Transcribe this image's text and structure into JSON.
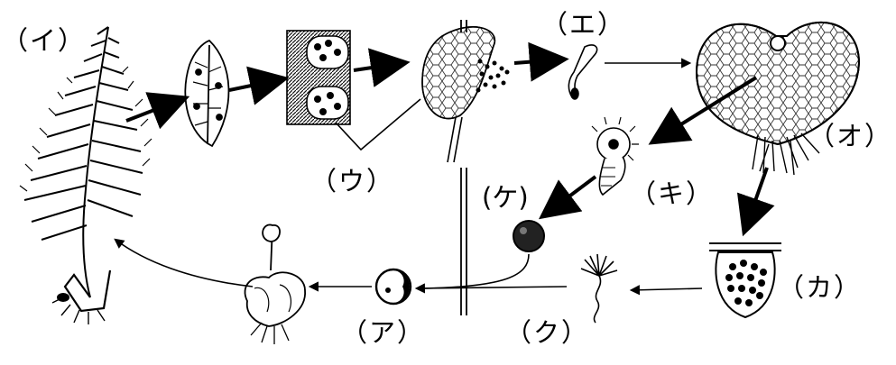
{
  "labels": {
    "a": "（ア）",
    "i": "（イ）",
    "u": "（ウ）",
    "e": "（エ）",
    "o": "（オ）",
    "ka": "（カ）",
    "ki": "（キ）",
    "ku": "（ク）",
    "ke": "(ケ)"
  }
}
